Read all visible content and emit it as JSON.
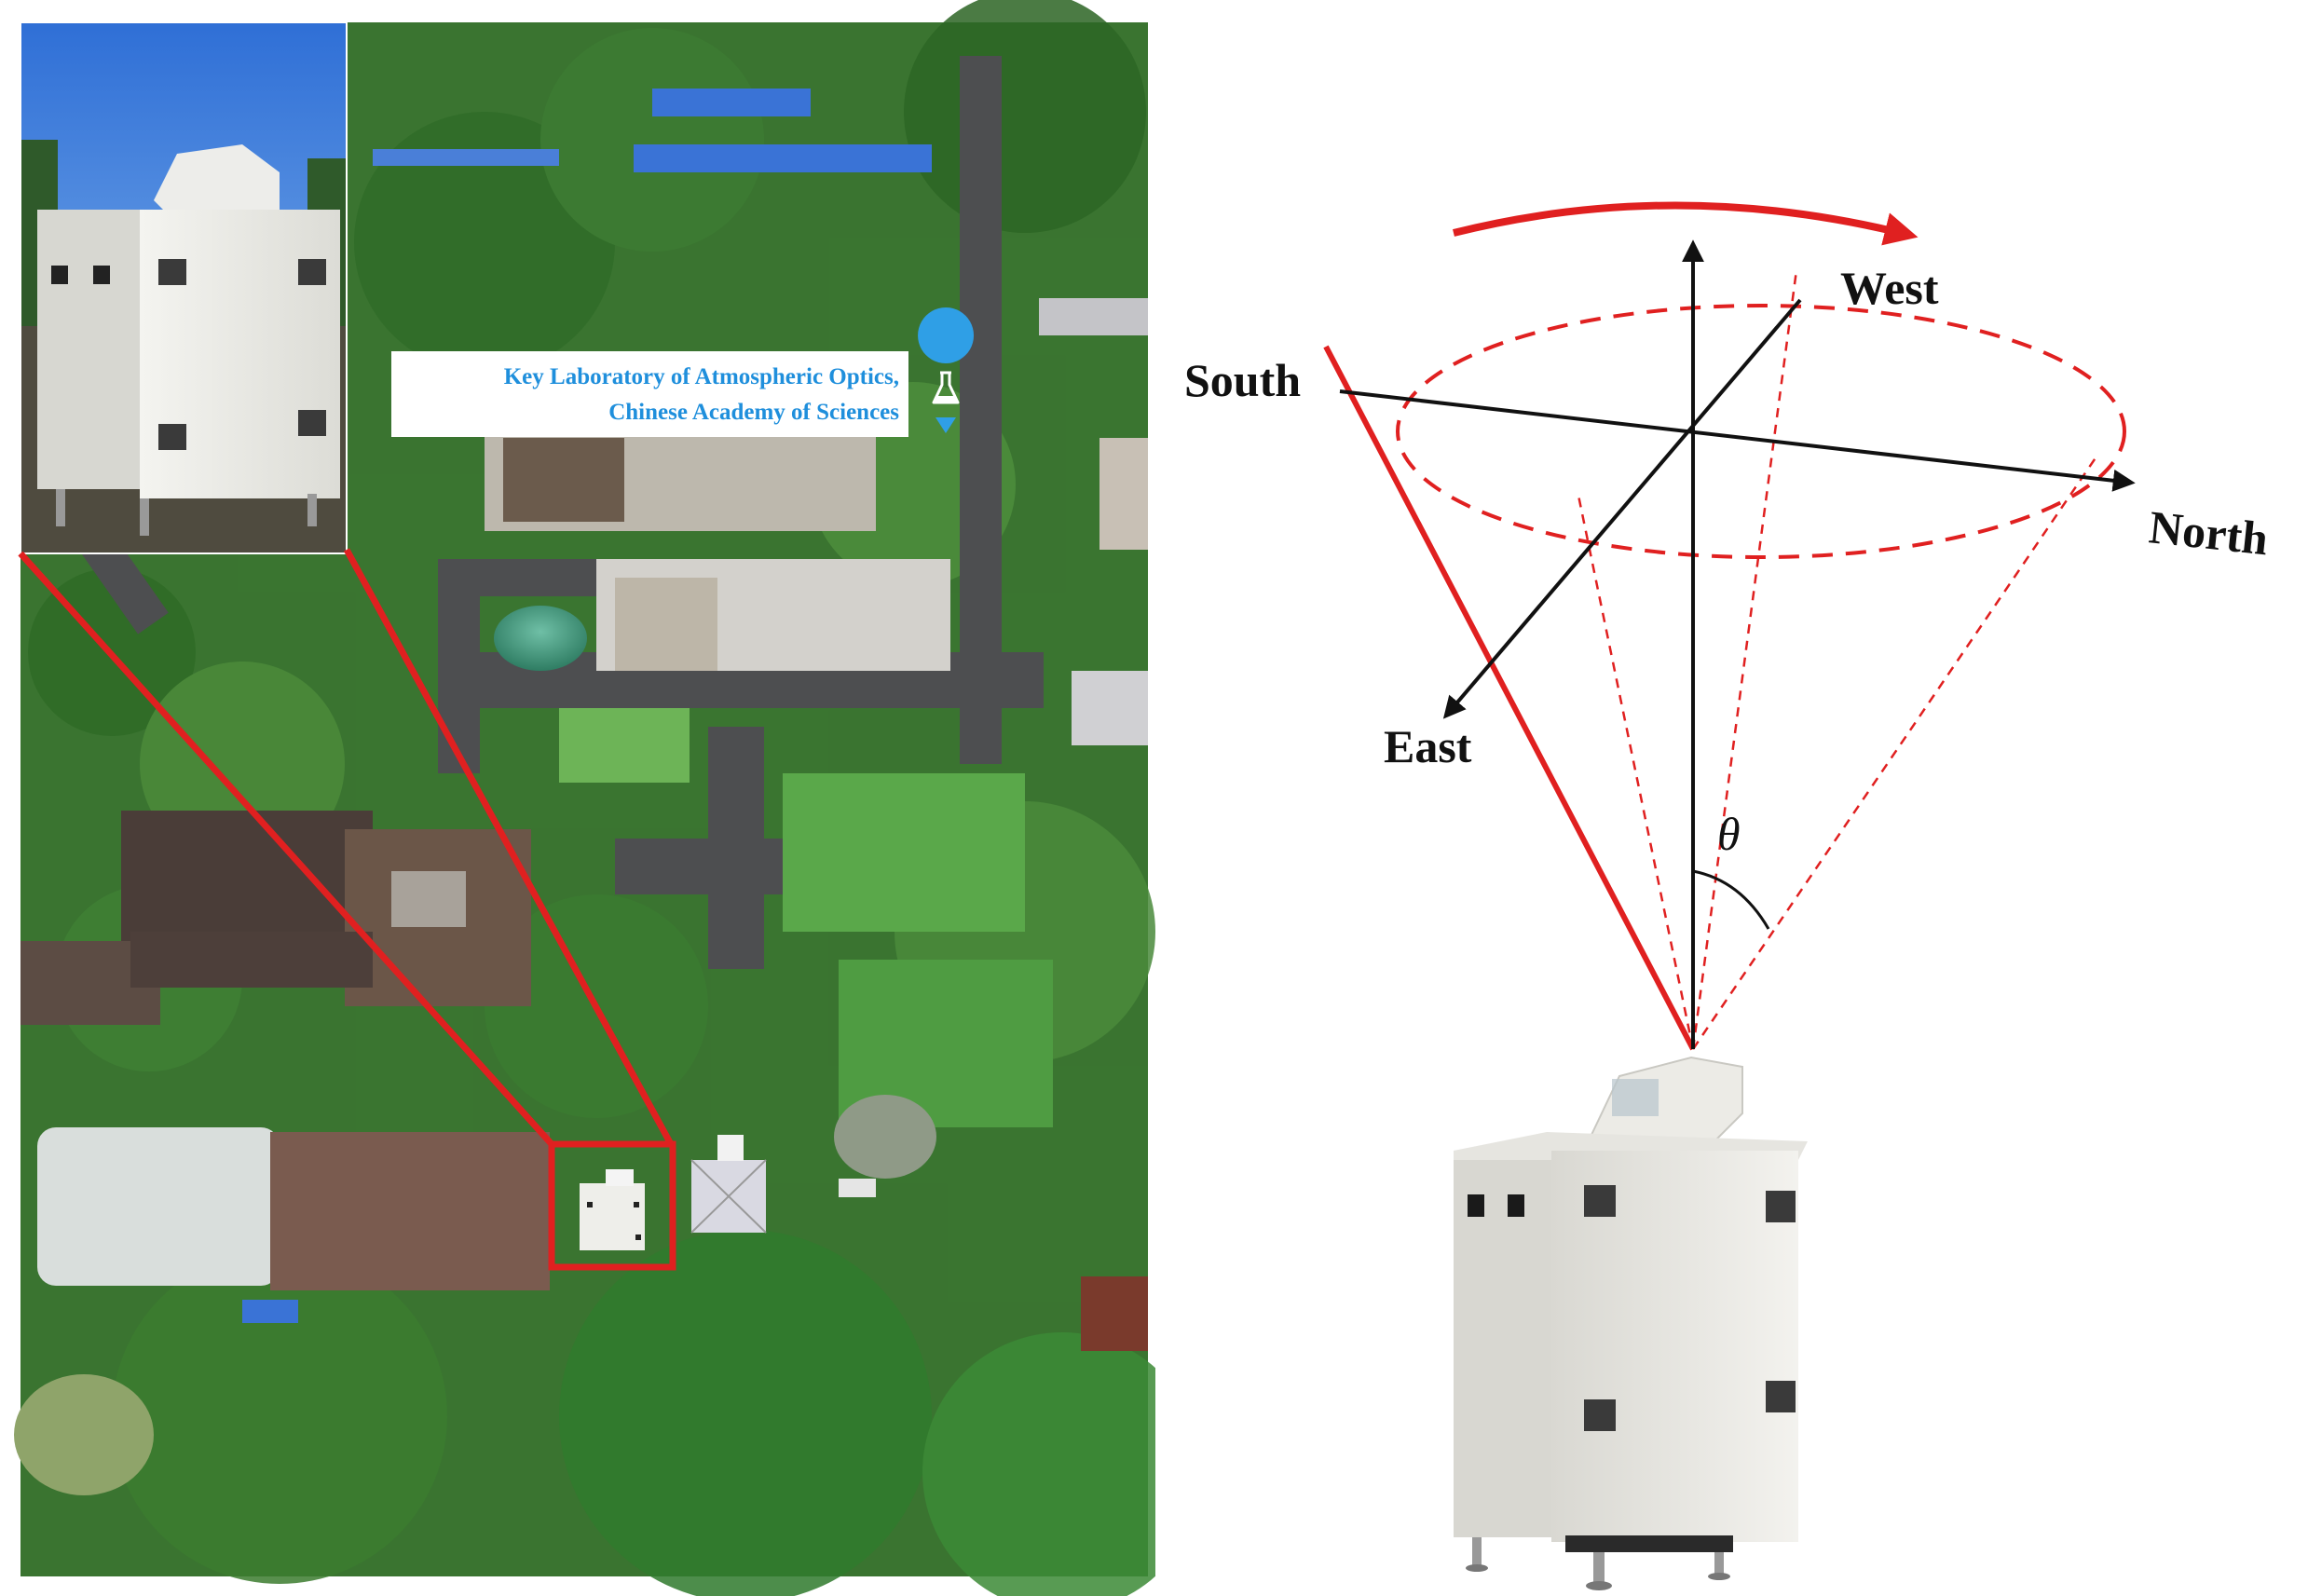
{
  "aerial_panel": {
    "lab_label_line1": "Key Laboratory of Atmospheric Optics,",
    "lab_label_line2": "Chinese Academy of Sciences",
    "lab_icon": "flask-map-pin-icon",
    "colors": {
      "highlight": "#e02020",
      "vegetation": "#3f7a33",
      "label_text": "#1f8fdc"
    }
  },
  "scan_diagram": {
    "directions": {
      "west": "West",
      "south": "South",
      "north": "North",
      "east": "East"
    },
    "angle_symbol": "θ",
    "rotation_icon": "clockwise-rotation-arrow-icon",
    "colors": {
      "axes": "#111111",
      "scan_cone": "#e02020"
    }
  }
}
